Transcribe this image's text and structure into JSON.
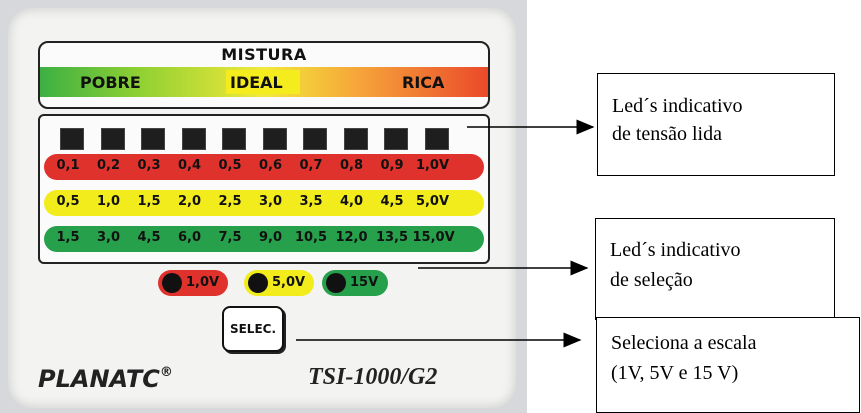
{
  "device": {
    "mixture_title": "MISTURA",
    "mixture_labels": [
      "POBRE",
      "IDEAL",
      "RICA"
    ],
    "led_count": 10,
    "scales": {
      "red": [
        "0,1",
        "0,2",
        "0,3",
        "0,4",
        "0,5",
        "0,6",
        "0,7",
        "0,8",
        "0,9",
        "1,0V"
      ],
      "yellow": [
        "0,5",
        "1,0",
        "1,5",
        "2,0",
        "2,5",
        "3,0",
        "3,5",
        "4,0",
        "4,5",
        "5,0V"
      ],
      "green": [
        "1,5",
        "3,0",
        "4,5",
        "6,0",
        "7,5",
        "9,0",
        "10,5",
        "12,0",
        "13,5",
        "15,0V"
      ]
    },
    "selectors": [
      {
        "label": "1,0V",
        "color": "#e0322d"
      },
      {
        "label": "5,0V",
        "color": "#f2ec1c"
      },
      {
        "label": "15V",
        "color": "#26a04a"
      }
    ],
    "select_button": "SELEC.",
    "brand": "PLANATC",
    "brand_mark": "®",
    "model": "TSI-1000/G2"
  },
  "callouts": {
    "leds_voltage": [
      "Led´s indicativo",
      "de tensão lida"
    ],
    "leds_selection": [
      "Led´s indicativo",
      "de seleção"
    ],
    "scale_select": [
      "Seleciona a escala",
      "(1V, 5V e 15 V)"
    ]
  }
}
